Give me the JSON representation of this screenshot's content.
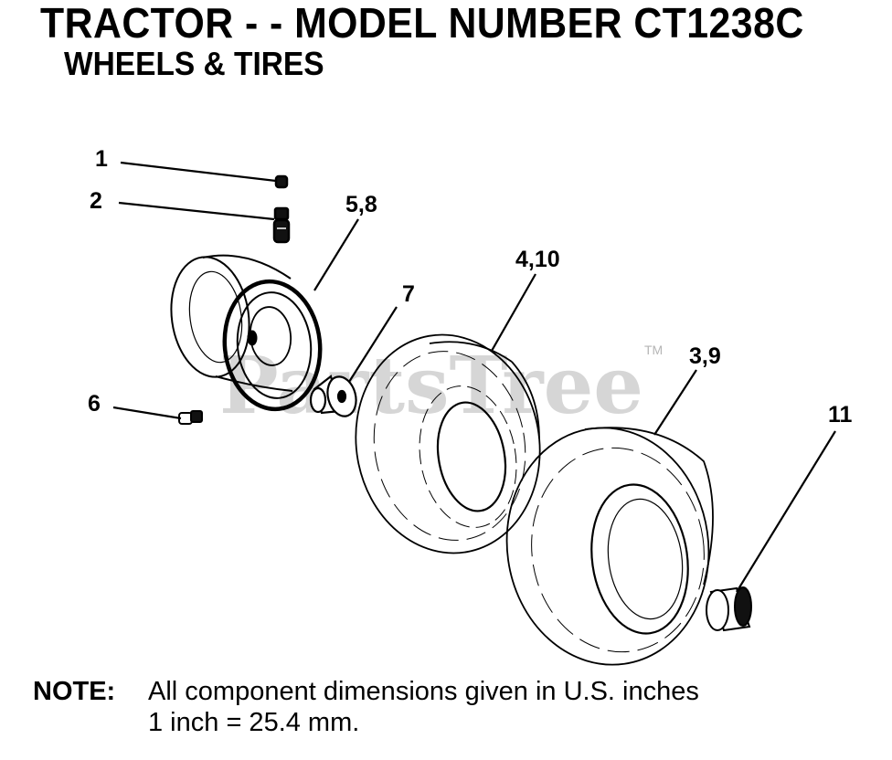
{
  "header": {
    "title": "TRACTOR - - MODEL NUMBER CT1238C",
    "subtitle": "WHEELS & TIRES"
  },
  "callouts": {
    "c1": "1",
    "c2": "2",
    "c58": "5,8",
    "c7": "7",
    "c410": "4,10",
    "c6": "6",
    "c39": "3,9",
    "c11": "11"
  },
  "watermark": {
    "text": "PartsTree",
    "tm": "TM"
  },
  "note": {
    "label": "NOTE:",
    "line1": "All component dimensions given in U.S. inches",
    "line2": "1 inch = 25.4 mm."
  }
}
